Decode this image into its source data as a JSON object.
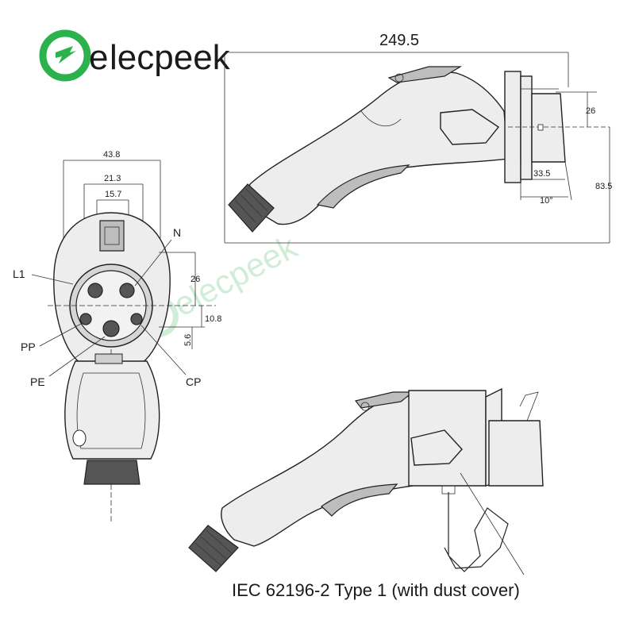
{
  "brand": {
    "logo_letter": "e",
    "name": "lecpeek",
    "watermark": "elecpeek",
    "color": "#2bb24c"
  },
  "dimensions": {
    "overall_length": "249.5",
    "side_height_upper": "26",
    "side_depth": "33.5",
    "side_height_total": "83.5",
    "side_angle": "10°",
    "front_width_outer": "43.8",
    "front_width_mid": "21.3",
    "front_width_inner": "15.7",
    "front_offset_26": "26",
    "front_offset_10_8": "10.8",
    "front_offset_5_6": "5.6"
  },
  "pins": {
    "n": "N",
    "l1": "L1",
    "pp": "PP",
    "pe": "PE",
    "cp": "CP"
  },
  "caption": "IEC 62196-2 Type 1 (with dust cover)"
}
